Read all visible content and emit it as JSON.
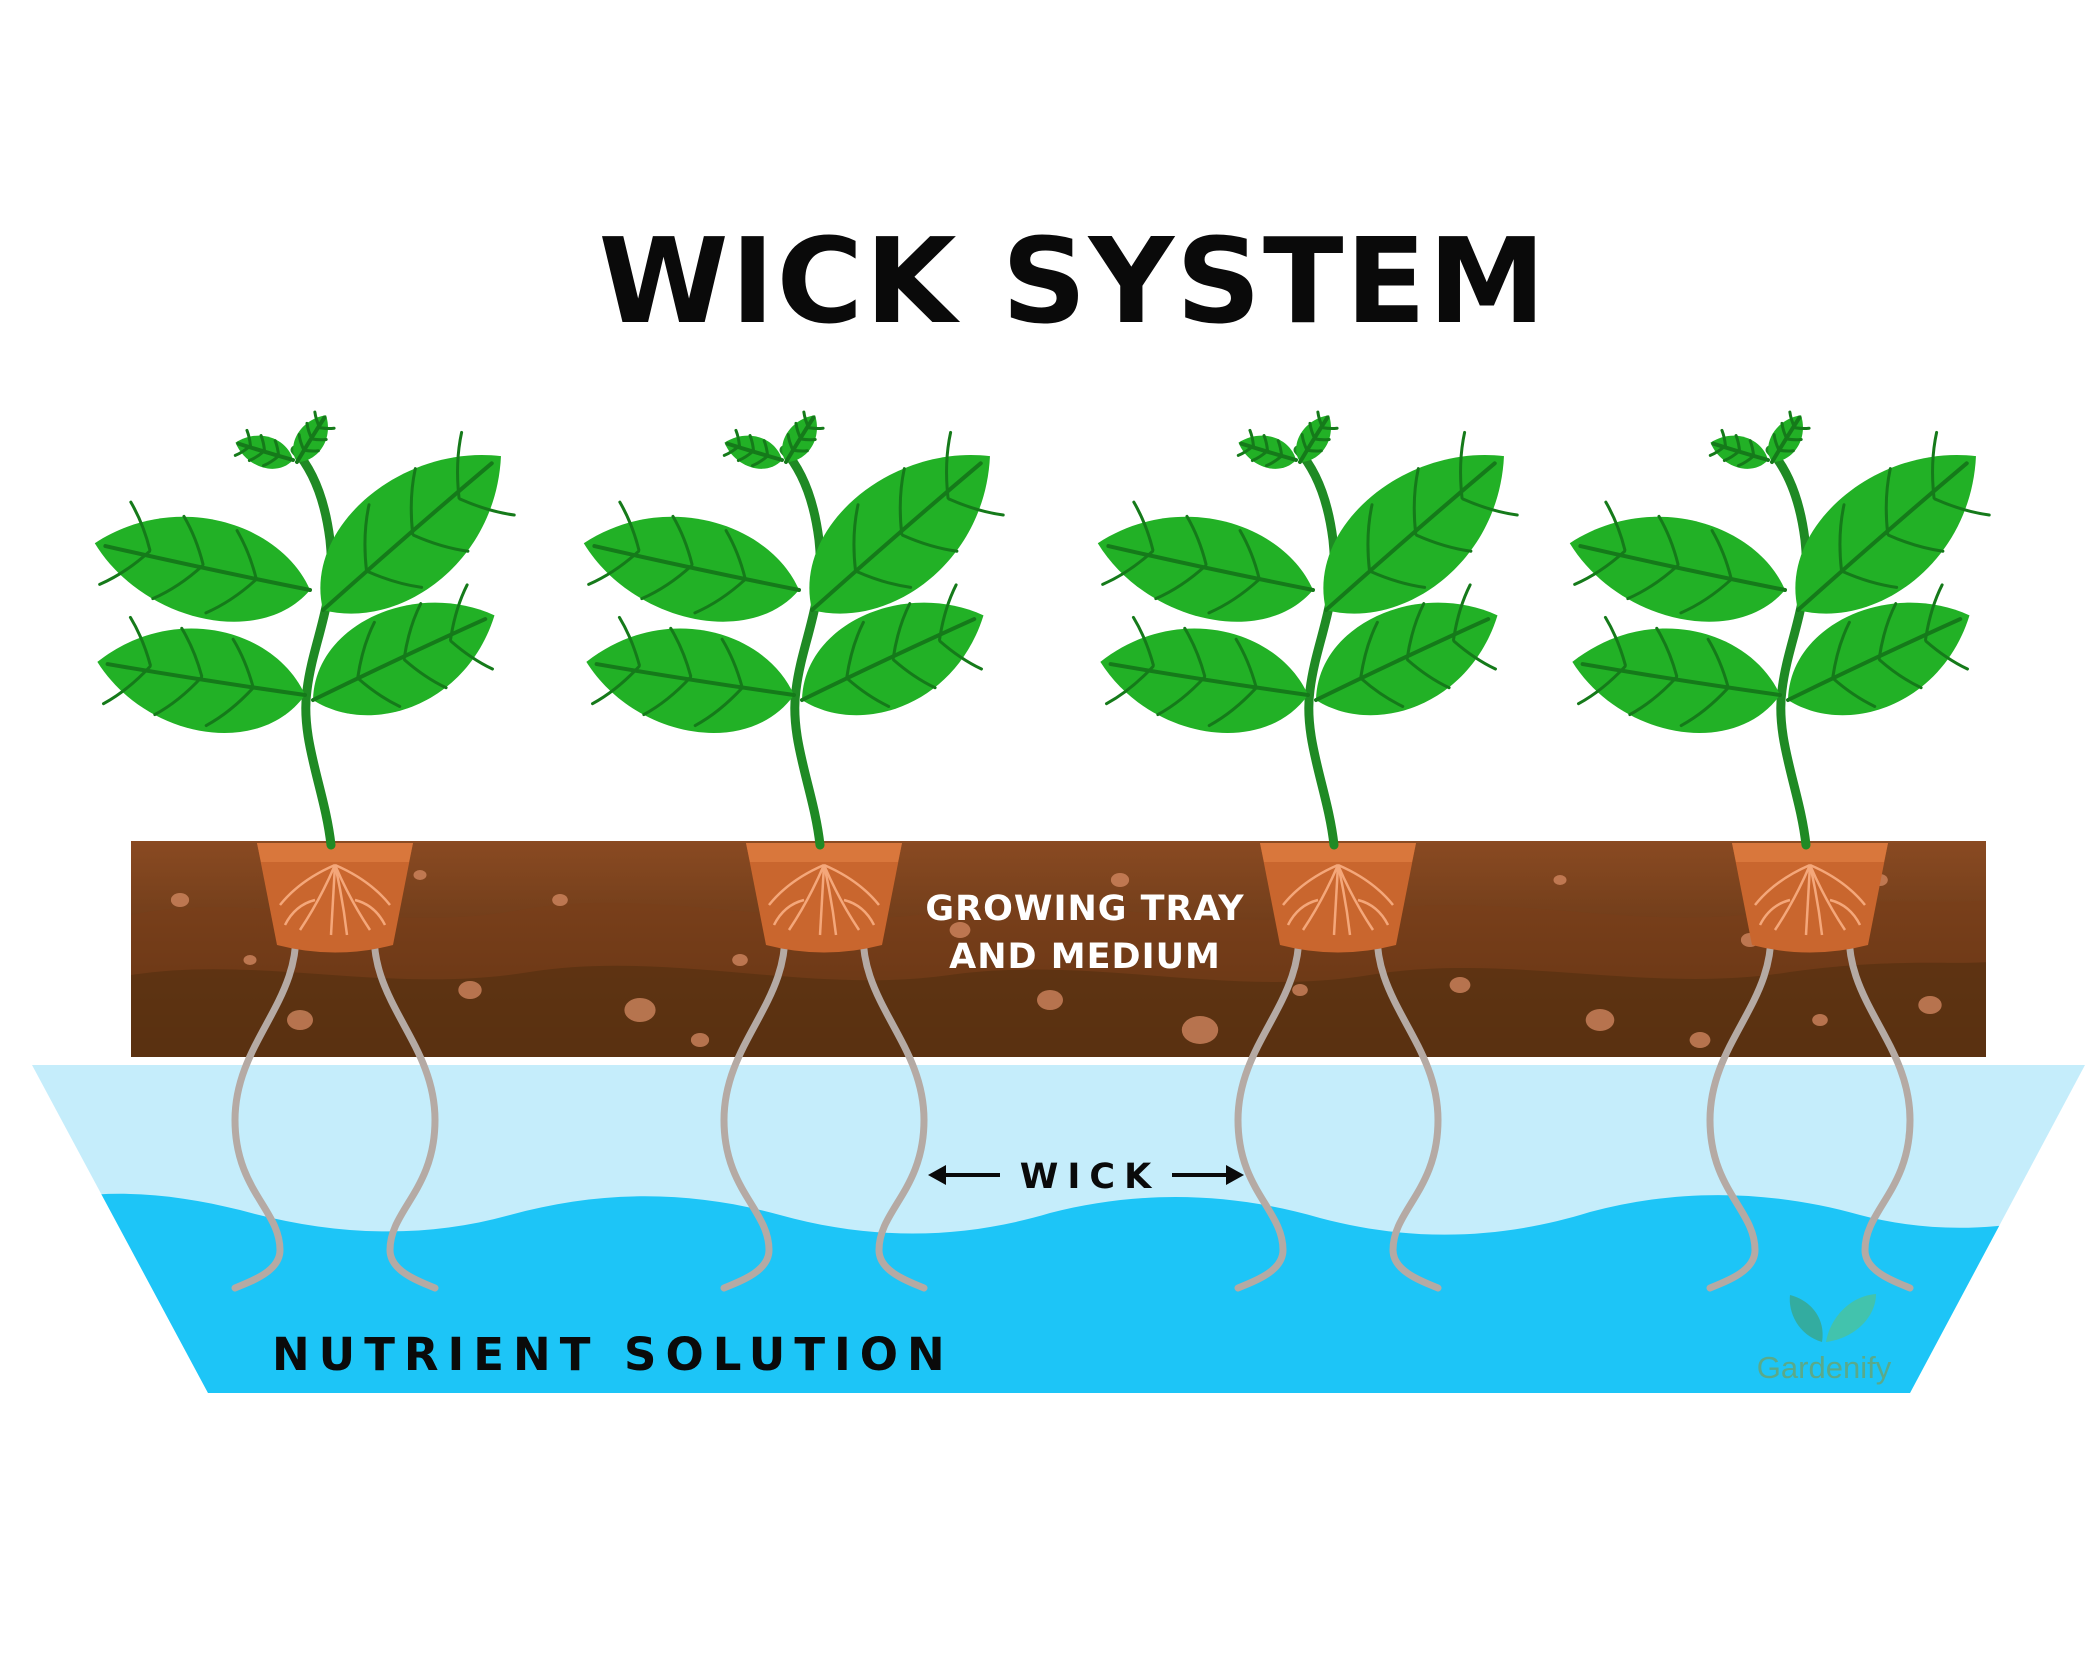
{
  "title": "WICK SYSTEM",
  "labels": {
    "tray_line1": "GROWING TRAY",
    "tray_line2": "AND MEDIUM",
    "wick": "WICK",
    "nutrient": "NUTRIENT SOLUTION"
  },
  "logo": {
    "text": "Gardenify",
    "icon": "leaf-icon"
  },
  "colors": {
    "leaf": "#22b126",
    "leaf_vein": "#157a1a",
    "stem": "#1f8a24",
    "soil_top": "#8a4a22",
    "soil_bottom": "#4a2a0e",
    "pot": "#c9662e",
    "wick": "#b5aaa4",
    "water_light": "#c5edfb",
    "water_deep": "#1dc5f7"
  },
  "plant_count": 4
}
